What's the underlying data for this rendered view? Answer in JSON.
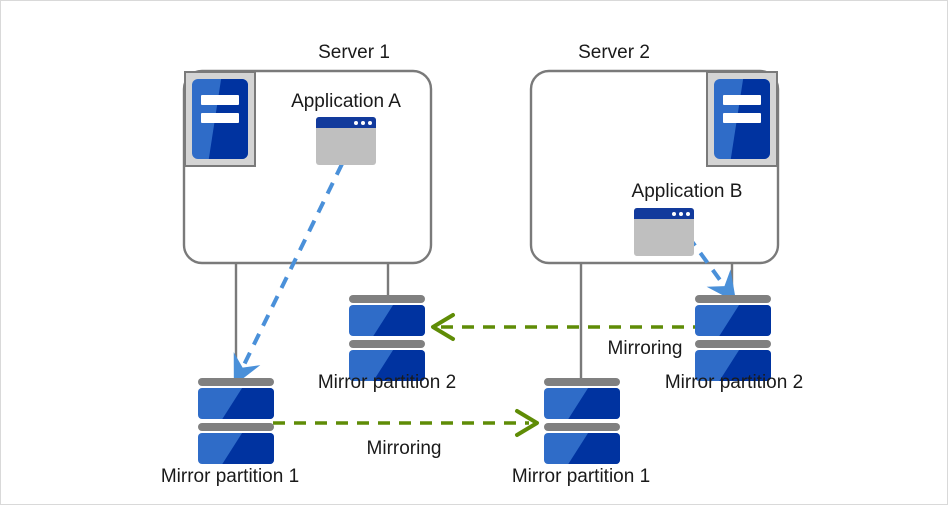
{
  "diagram": {
    "title": "Mirror partition configuration across two servers",
    "colors": {
      "border": "#d9d9d9",
      "box_stroke": "#7a7a7a",
      "connector": "#7a7a7a",
      "blue_arrow": "#4a90d9",
      "green_arrow": "#5f8c06",
      "icon_blue_light": "#2f6cc8",
      "icon_blue_dark": "#0033a0",
      "icon_gray": "#bfbfbf",
      "plate_gray": "#808080",
      "text": "#1a1a1a"
    },
    "servers": [
      {
        "id": "server-1",
        "label": "Server 1"
      },
      {
        "id": "server-2",
        "label": "Server 2"
      }
    ],
    "applications": [
      {
        "id": "application-a",
        "label": "Application  A",
        "server": "Server 1"
      },
      {
        "id": "application-b",
        "label": "Application  B",
        "server": "Server 2"
      }
    ],
    "disks": [
      {
        "id": "server1-mirror-partition-1",
        "label": "Mirror partition 1",
        "server": "Server 1"
      },
      {
        "id": "server1-mirror-partition-2",
        "label": "Mirror partition 2",
        "server": "Server 1"
      },
      {
        "id": "server2-mirror-partition-1",
        "label": "Mirror partition 1",
        "server": "Server 2"
      },
      {
        "id": "server2-mirror-partition-2",
        "label": "Mirror partition 2",
        "server": "Server 2"
      }
    ],
    "mirroring_links": [
      {
        "id": "mirroring-partition-1",
        "label": "Mirroring",
        "direction": "left-to-right",
        "from": "Server 1 / Mirror partition 1",
        "to": "Server 2 / Mirror partition 1"
      },
      {
        "id": "mirroring-partition-2",
        "label": "Mirroring",
        "direction": "right-to-left",
        "from": "Server 2 / Mirror partition 2",
        "to": "Server 1 / Mirror partition 2"
      }
    ],
    "access_links": [
      {
        "id": "access-a",
        "from": "Application  A",
        "to": "Server 1 / Mirror partition 1"
      },
      {
        "id": "access-b",
        "from": "Application  B",
        "to": "Server 2 / Mirror partition 2"
      }
    ]
  }
}
